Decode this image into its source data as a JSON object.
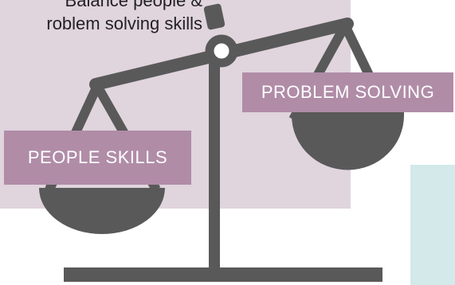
{
  "caption": {
    "line1": "Balance people &",
    "line2": "roblem solving skills"
  },
  "labels": {
    "problem_solving": "PROBLEM SOLVING",
    "people_skills": "PEOPLE SKILLS"
  },
  "colors": {
    "pink_panel": "#e0d4dd",
    "teal_panel": "#d3e9ea",
    "label_bg": "#b08ca7",
    "scale": "#595959"
  },
  "icons": [
    "balance-scale-icon"
  ]
}
